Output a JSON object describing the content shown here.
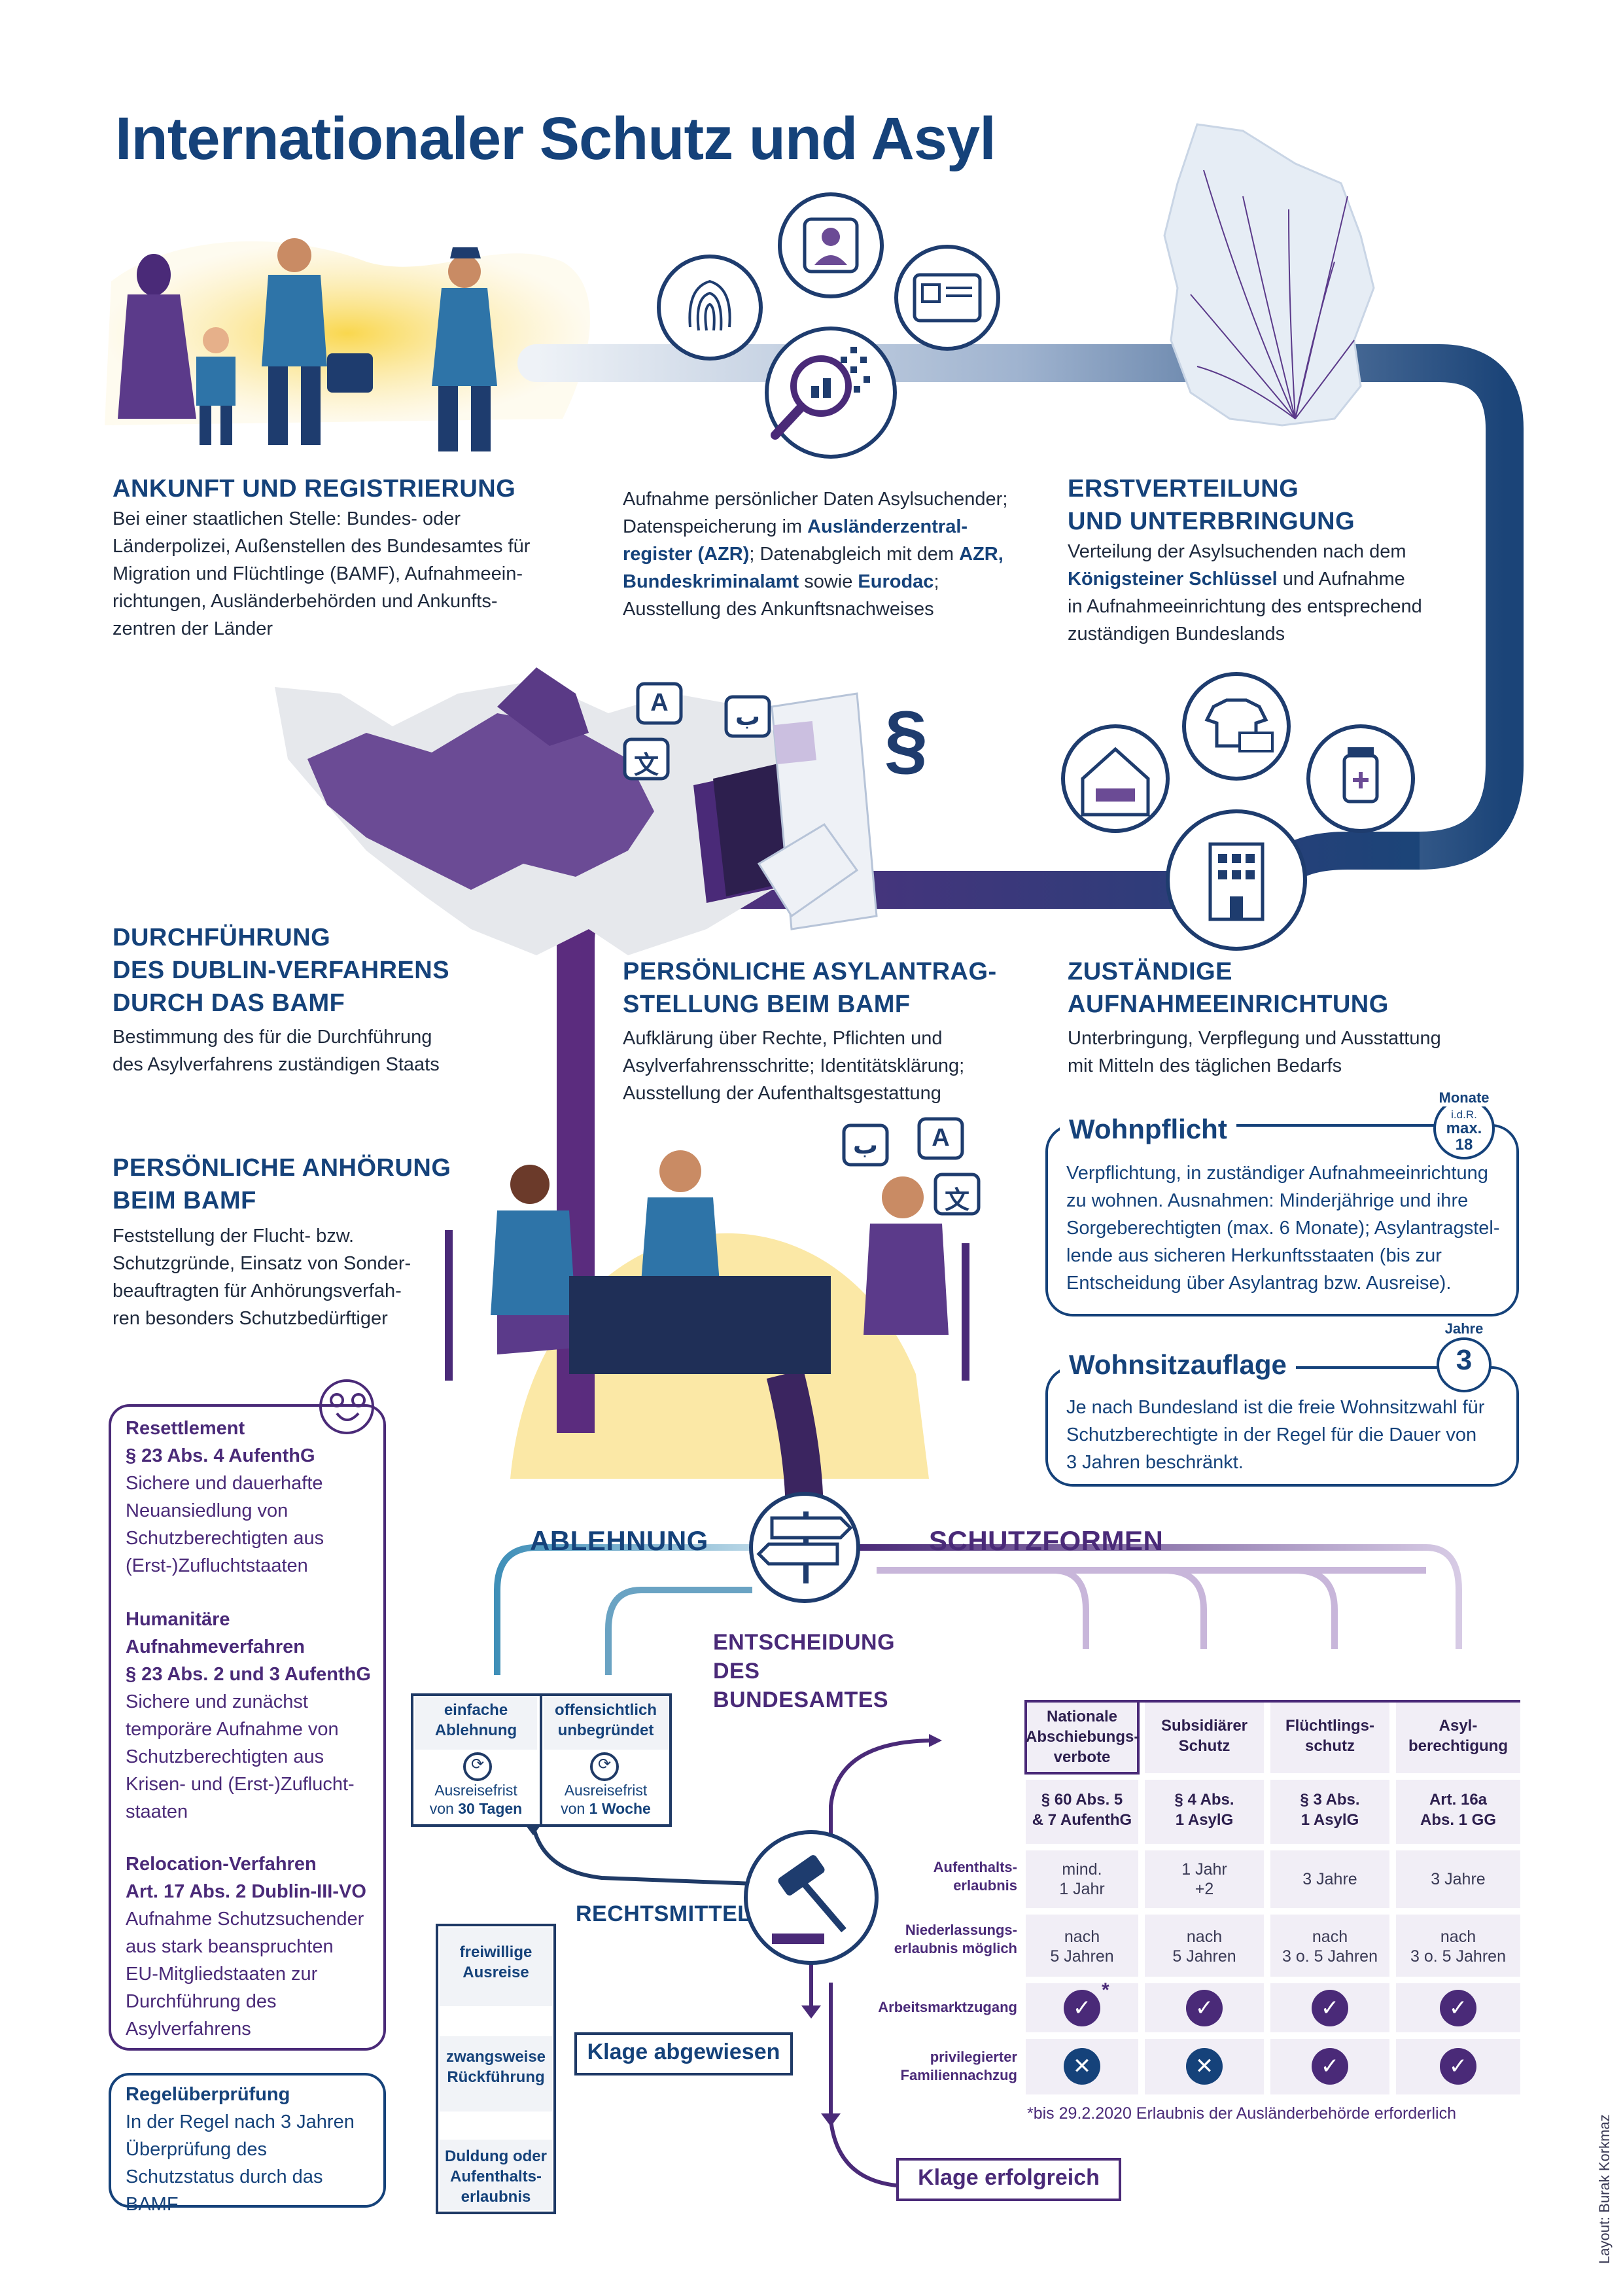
{
  "title": "Internationaler Schutz und Asyl",
  "arrival": {
    "heading": "ANKUNFT UND REGISTRIERUNG",
    "text": [
      "Bei einer staatlichen Stelle: Bundes- oder",
      "Länderpolizei, Außenstellen des Bundesamtes für",
      "Migration und Flüchtlinge (BAMF), Aufnahmeein-",
      "richtungen, Ausländerbehörden und Ankunfts-",
      "zentren der Länder"
    ]
  },
  "data_capture": {
    "line1": "Aufnahme persönlicher Daten Asylsuchender;",
    "line2a": "Datenspeicherung im ",
    "line2b": "Ausländerzentral-",
    "line3a": "register (AZR)",
    "line3b": "; Datenabgleich mit dem ",
    "line3c": "AZR,",
    "line4a": "Bundeskriminalamt",
    "line4b": " sowie ",
    "line4c": "Eurodac",
    "line4d": ";",
    "line5": "Ausstellung des Ankunftsnachweises"
  },
  "distribution": {
    "heading1": "ERSTVERTEILUNG",
    "heading2": "UND UNTERBRINGUNG",
    "line1": "Verteilung der Asylsuchenden nach dem",
    "line2a": "Königsteiner Schlüssel",
    "line2b": " und Aufnahme",
    "line3": "in Aufnahmeeinrichtung des entsprechend",
    "line4": "zuständigen Bundeslands"
  },
  "dublin": {
    "heading": [
      "DURCHFÜHRUNG",
      "DES  DUBLIN-VERFAHRENS",
      "DURCH DAS BAMF"
    ],
    "text": [
      "Bestimmung des für die Durchführung",
      "des Asylverfahrens zuständigen Staats"
    ]
  },
  "application": {
    "heading": [
      "PERSÖNLICHE ASYLANTRAG-",
      "STELLUNG BEIM BAMF"
    ],
    "text": [
      "Aufklärung über Rechte, Pflichten und",
      "Asylverfahrensschritte; Identitätsklärung;",
      "Ausstellung der Aufenthaltsgestattung"
    ]
  },
  "facility": {
    "heading": [
      "ZUSTÄNDIGE",
      "AUFNAHMEEINRICHTUNG"
    ],
    "text": [
      "Unterbringung, Verpflegung und Ausstattung",
      "mit Mitteln des täglichen Bedarfs"
    ]
  },
  "hearing": {
    "heading": [
      "PERSÖNLICHE ANHÖRUNG",
      "BEIM BAMF"
    ],
    "text": [
      "Feststellung der Flucht- bzw.",
      "Schutzgründe, Einsatz von Sonder-",
      "beauftragten für Anhörungsverfah-",
      "ren besonders Schutzbedürftiger"
    ]
  },
  "wohnpflicht": {
    "title": "Wohnpflicht",
    "badge_top": "Monate",
    "badge_mid": "i.d.R.",
    "badge_max": "max.",
    "badge_num": "18",
    "text": [
      "Verpflichtung, in zuständiger Aufnahmeeinrichtung",
      "zu wohnen. Ausnahmen: Minderjährige und ihre",
      "Sorgeberechtigten (max. 6 Monate); Asylantragstel-",
      "lende aus sicheren Herkunftsstaaten (bis zur",
      "Entscheidung über Asylantrag bzw. Ausreise)."
    ]
  },
  "wohnsitz": {
    "title": "Wohnsitzauflage",
    "badge_top": "Jahre",
    "badge_num": "3",
    "text": [
      "Je nach Bundesland ist die freie Wohnsitzwahl für",
      "Schutzberechtigte in der Regel für die Dauer von",
      "3 Jahren beschränkt."
    ]
  },
  "left_box": {
    "resettlement": {
      "h1": "Resettlement",
      "h2": "§ 23 Abs. 4 AufenthG",
      "text": [
        "Sichere und dauerhafte",
        "Neuansiedlung von",
        "Schutzberechtigten aus",
        "(Erst-)Zufluchtstaaten"
      ]
    },
    "humanitarian": {
      "h1": "Humanitäre",
      "h2": "Aufnahmeverfahren",
      "h3": "§ 23 Abs. 2 und 3 AufenthG",
      "text": [
        "Sichere und zunächst",
        "temporäre Aufnahme von",
        "Schutzberechtigten aus",
        "Krisen- und (Erst-)Zuflucht-",
        "staaten"
      ]
    },
    "relocation": {
      "h1": "Relocation-Verfahren",
      "h2": "Art. 17 Abs. 2 Dublin-III-VO",
      "text": [
        "Aufnahme Schutzsuchender",
        "aus stark beanspruchten",
        "EU-Mitgliedstaaten zur",
        "Durchführung des",
        "Asylverfahrens"
      ]
    }
  },
  "review": {
    "heading": "Regelüberprüfung",
    "text": [
      "In der Regel nach 3 Jahren",
      "Überprüfung des",
      "Schutzstatus durch das BAMF"
    ]
  },
  "decision": {
    "rejection": "ABLEHNUNG",
    "protection": "SCHUTZFORMEN",
    "label": [
      "ENTSCHEIDUNG",
      "DES BUNDESAMTES"
    ],
    "simple": {
      "h": [
        "einfache",
        "Ablehnung"
      ],
      "f1": "Ausreisefrist",
      "f2a": "von ",
      "f2b": "30 Tagen"
    },
    "obvious": {
      "h": [
        "offensichtlich",
        "unbegründet"
      ],
      "f1": "Ausreisefrist",
      "f2a": "von ",
      "f2b": "1 Woche"
    },
    "remedy": "RECHTSMITTEL",
    "voluntary": [
      "freiwillige",
      "Ausreise"
    ],
    "forced": [
      "zwangsweise",
      "Rückführung"
    ],
    "toleration": [
      "Duldung oder",
      "Aufenthalts-",
      "erlaubnis"
    ],
    "dismissed": "Klage abgewiesen",
    "success": "Klage erfolgreich"
  },
  "protection_table": {
    "columns": [
      {
        "h": [
          "Nationale",
          "Abschiebungs-",
          "verbote"
        ],
        "law": [
          "§ 60 Abs. 5",
          "& 7 AufenthG"
        ],
        "permit": [
          "mind.",
          "1 Jahr"
        ],
        "settle": [
          "nach",
          "5 Jahren"
        ],
        "work": "check",
        "family": "cross"
      },
      {
        "h": [
          "Subsidiärer",
          "Schutz"
        ],
        "law": [
          "§ 4 Abs.",
          "1 AsylG"
        ],
        "permit": [
          "1 Jahr",
          "+2"
        ],
        "settle": [
          "nach",
          "5 Jahren"
        ],
        "work": "check",
        "family": "cross"
      },
      {
        "h": [
          "Flüchtlings-",
          "schutz"
        ],
        "law": [
          "§ 3 Abs.",
          "1 AsylG"
        ],
        "permit": [
          "3 Jahre"
        ],
        "settle": [
          "nach",
          "3 o. 5 Jahren"
        ],
        "work": "check",
        "family": "check"
      },
      {
        "h": [
          "Asyl-",
          "berechtigung"
        ],
        "law": [
          "Art. 16a",
          "Abs. 1 GG"
        ],
        "permit": [
          "3 Jahre"
        ],
        "settle": [
          "nach",
          "3 o. 5 Jahren"
        ],
        "work": "check",
        "family": "check"
      }
    ],
    "row_labels": {
      "permit": [
        "Aufenthalts-",
        "erlaubnis"
      ],
      "settle": [
        "Niederlassungs-",
        "erlaubnis möglich"
      ],
      "work": [
        "Arbeitsmarktzugang"
      ],
      "family": [
        "privilegierter",
        "Familiennachzug"
      ]
    },
    "star": "*",
    "footnote": "*bis 29.2.2020 Erlaubnis der Ausländerbehörde erforderlich"
  },
  "credit": "Layout: Burak Korkmaz",
  "icons": {
    "translate_a": "A",
    "translate_char": "文",
    "translate_ar": "ﺏ",
    "paragraph": "§",
    "check_mark": "✓",
    "cross_mark": "✕"
  },
  "colors": {
    "navy": "#15427a",
    "purple": "#4a2a78",
    "teal": "#4a8fb3",
    "light_purple": "#b9a6cf",
    "yellow": "#f8dc6a"
  }
}
